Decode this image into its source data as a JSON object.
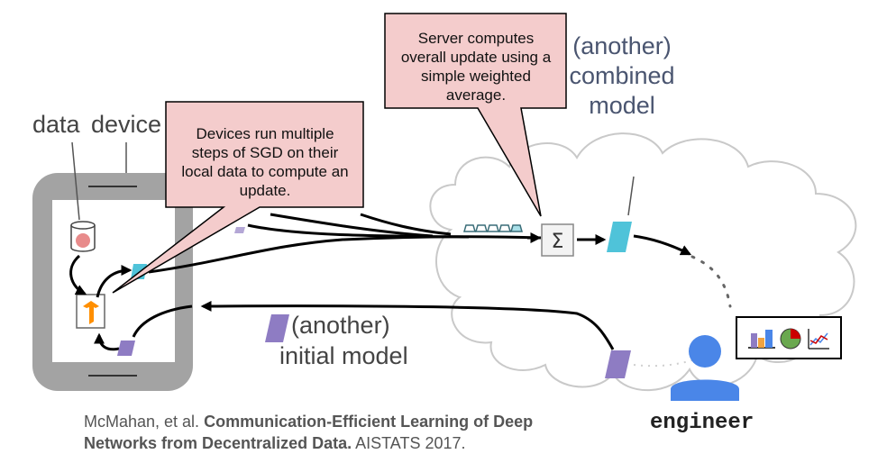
{
  "labels": {
    "data": "data",
    "device": "device",
    "another_prefix": "(another)",
    "initial_model": "initial model",
    "combined_line1": "(another)",
    "combined_line2": "combined",
    "combined_line3": "model",
    "engineer": "engineer"
  },
  "callouts": {
    "device_text": "Devices run multiple steps of SGD on their local data to compute an update.",
    "server_text": "Server computes overall update using a simple weighted average."
  },
  "operator": {
    "symbol": "Σ"
  },
  "citation": {
    "authors": "McMahan, et al.",
    "title_line1": "Communication-Efficient Learning of Deep",
    "title_line2": "Networks from Decentralized Data.",
    "venue": "AISTATS 2017."
  },
  "colors": {
    "update_cyan": "#4fc3d9",
    "model_purple": "#8e7cc3",
    "engineer_blue": "#4a86e8",
    "callout_fill": "#f4cccc",
    "device_gray": "#999999",
    "tf_orange": "#ff8f00"
  },
  "icons": [
    "database-icon",
    "tensorflow-icon",
    "sigma-icon",
    "engineer-icon",
    "bar-chart-icon",
    "pie-chart-icon",
    "line-chart-icon"
  ]
}
